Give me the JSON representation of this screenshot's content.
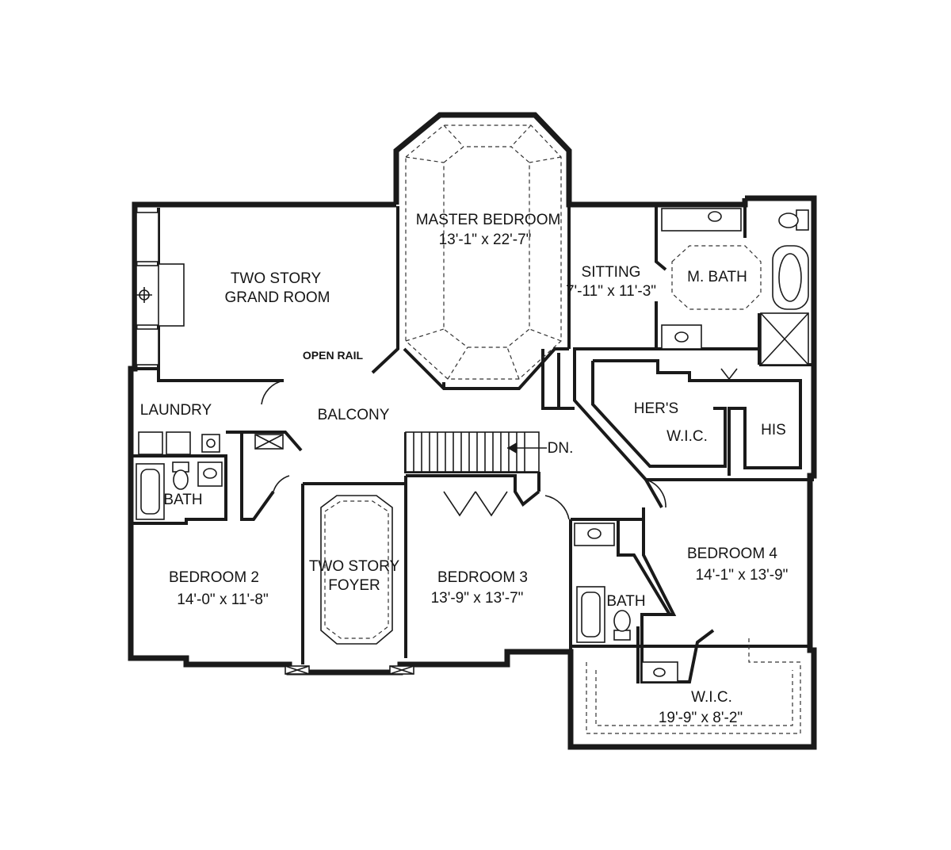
{
  "rooms": {
    "master_bedroom": {
      "name": "MASTER BEDROOM",
      "size": "13'-1\" x 22'-7\""
    },
    "grand_room": {
      "line1": "TWO STORY",
      "line2": "GRAND ROOM"
    },
    "open_rail": "OPEN RAIL",
    "sitting": {
      "name": "SITTING",
      "size": "7'-11\" x 11'-3\""
    },
    "master_bath": "M. BATH",
    "laundry": "LAUNDRY",
    "balcony": "BALCONY",
    "hers": "HER'S",
    "wic_master": "W.I.C.",
    "his": "HIS",
    "stair": "DN.",
    "bath_left": "BATH",
    "bedroom2": {
      "name": "BEDROOM 2",
      "size": "14'-0\" x 11'-8\""
    },
    "foyer": {
      "line1": "TWO STORY",
      "line2": "FOYER"
    },
    "bedroom3": {
      "name": "BEDROOM 3",
      "size": "13'-9\" x 13'-7\""
    },
    "bedroom4": {
      "name": "BEDROOM 4",
      "size": "14'-1\" x 13'-9\""
    },
    "bath_right": "BATH",
    "wic_bottom": {
      "name": "W.I.C.",
      "size": "19'-9\" x 8'-2\""
    }
  }
}
